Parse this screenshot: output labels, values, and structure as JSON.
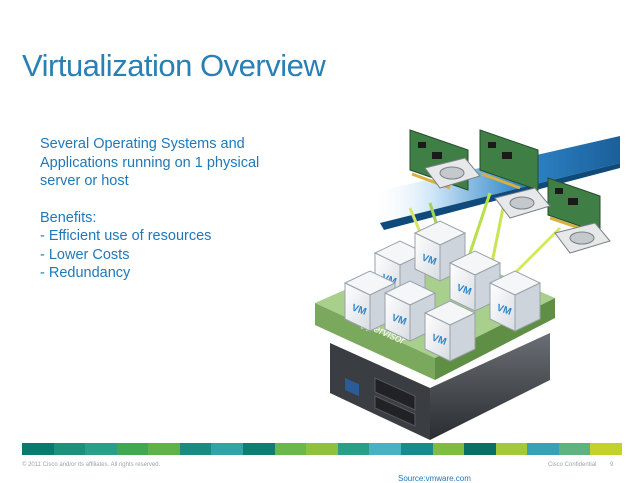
{
  "slide": {
    "title": "Virtualization Overview",
    "intro": [
      "Several Operating Systems and",
      "Applications running on 1 physical",
      "server or host"
    ],
    "benefits_heading": "Benefits:",
    "benefits": [
      "- Efficient use of resources",
      "- Lower Costs",
      "- Redundancy"
    ]
  },
  "illustration": {
    "vm_label": "VM",
    "hypervisor_label": "Hypervisor"
  },
  "footer": {
    "copyright": "© 2011 Cisco and/or its affiliates. All rights reserved.",
    "confidential": "Cisco Confidential",
    "page_number": "9",
    "source": "Source:vmware.com"
  },
  "colors": {
    "title": "#2a7fb3",
    "text": "#1f78b8",
    "hypervisor_green": "#8cb870",
    "stripe": [
      "#0a7a6e",
      "#1f8f7a",
      "#2a9e86",
      "#3fa94f",
      "#5fb346",
      "#1c8a80",
      "#34a3a8",
      "#0f7d72",
      "#6ab84a",
      "#8fc03f",
      "#2a9e86",
      "#4cb0c4",
      "#1a8b8d",
      "#7ebd42",
      "#0b6f64",
      "#a3c93a",
      "#3aa0b8",
      "#5cb57e",
      "#c2d22b"
    ]
  }
}
